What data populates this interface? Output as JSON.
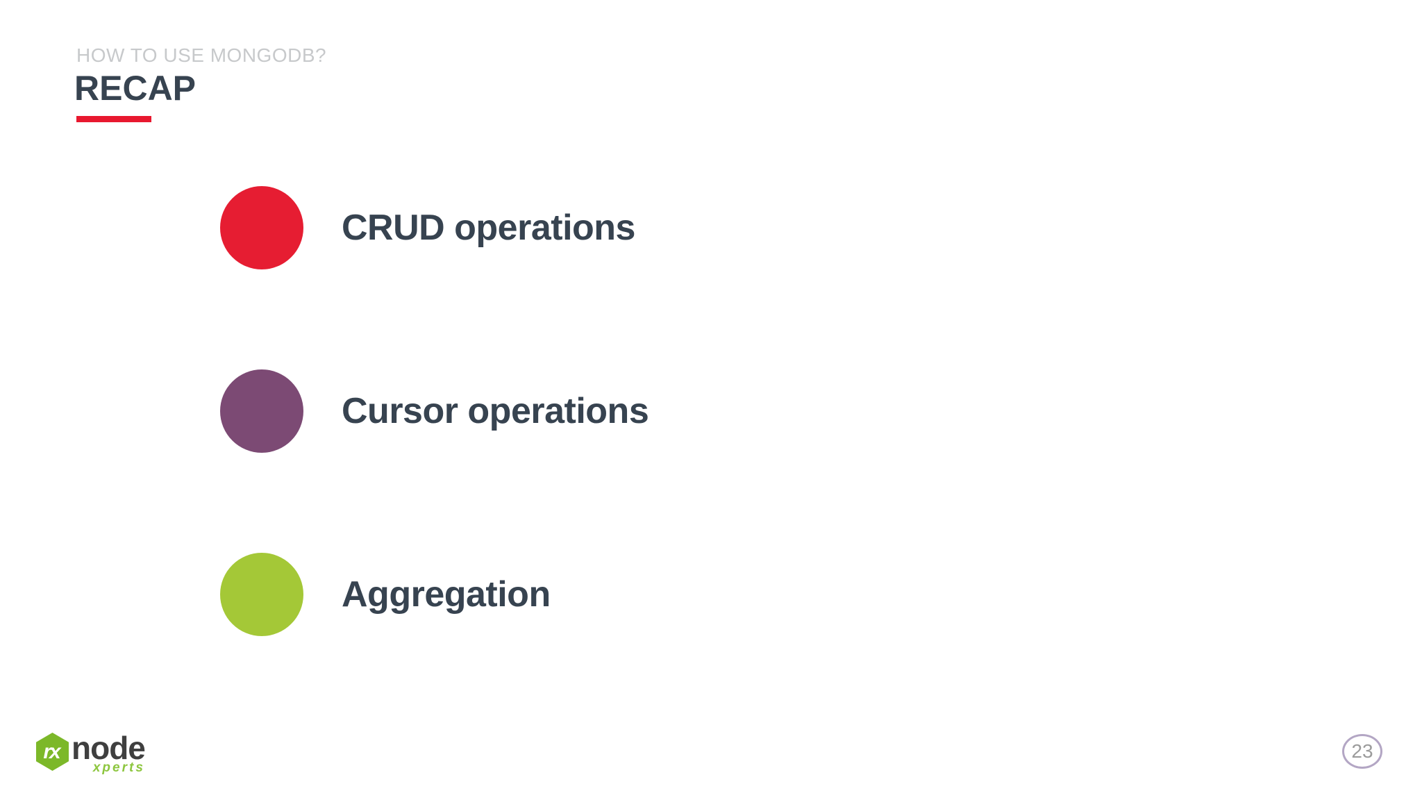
{
  "slide": {
    "eyebrow": "HOW TO USE MONGODB?",
    "title": "RECAP",
    "accent_color": "#e8182f",
    "text_color": "#374350",
    "eyebrow_color": "#c7c9cb",
    "background_color": "#ffffff",
    "bullets": [
      {
        "label": "CRUD operations",
        "color": "#e61d32"
      },
      {
        "label": "Cursor operations",
        "color": "#7c4a74"
      },
      {
        "label": "Aggregation",
        "color": "#a4c837"
      }
    ],
    "footer": {
      "logo": {
        "monogram": "rx",
        "brand": "node",
        "suffix": "xperts",
        "hexagon_color": "#7cb829",
        "brand_color": "#3f3f3f",
        "suffix_color": "#8dc63f"
      },
      "page_number": {
        "value": "23",
        "border_color": "#b3a6c4",
        "text_color": "#9b9b9b"
      }
    }
  }
}
